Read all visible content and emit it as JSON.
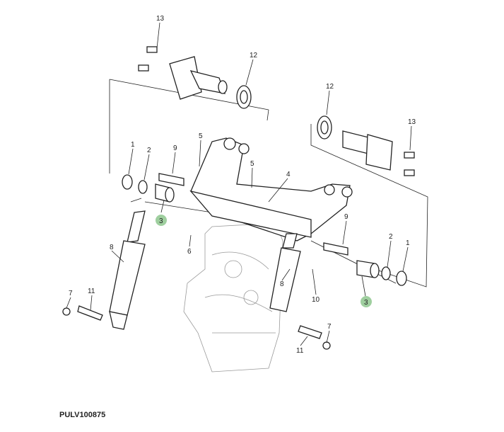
{
  "figure_id": "PULV100875",
  "highlight_color": "#9fcf9f",
  "callouts": [
    {
      "id": "c13a",
      "label": "13"
    },
    {
      "id": "c12a",
      "label": "12"
    },
    {
      "id": "c12b",
      "label": "12"
    },
    {
      "id": "c13b",
      "label": "13"
    },
    {
      "id": "c1a",
      "label": "1"
    },
    {
      "id": "c2a",
      "label": "2"
    },
    {
      "id": "c9a",
      "label": "9"
    },
    {
      "id": "c5a",
      "label": "5"
    },
    {
      "id": "c5b",
      "label": "5"
    },
    {
      "id": "c4",
      "label": "4"
    },
    {
      "id": "c3a",
      "label": "3",
      "highlight": true
    },
    {
      "id": "c6",
      "label": "6"
    },
    {
      "id": "c8a",
      "label": "8"
    },
    {
      "id": "c9b",
      "label": "9"
    },
    {
      "id": "c2b",
      "label": "2"
    },
    {
      "id": "c1b",
      "label": "1"
    },
    {
      "id": "c8b",
      "label": "8"
    },
    {
      "id": "c10",
      "label": "10"
    },
    {
      "id": "c3b",
      "label": "3",
      "highlight": true
    },
    {
      "id": "c7a",
      "label": "7"
    },
    {
      "id": "c11a",
      "label": "11"
    },
    {
      "id": "c7b",
      "label": "7"
    },
    {
      "id": "c11b",
      "label": "11"
    }
  ]
}
